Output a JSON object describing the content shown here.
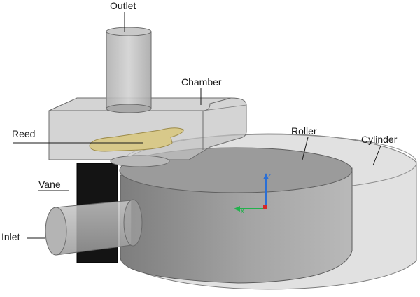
{
  "labels": {
    "outlet": "Outlet",
    "chamber": "Chamber",
    "reed": "Reed",
    "roller": "Roller",
    "cylinder": "Cylinder",
    "vane": "Vane",
    "inlet": "Inlet"
  },
  "triad": {
    "z": "Z",
    "x": "X",
    "z_color": "#2a6fd6",
    "y_color": "#22b14c",
    "x_color": "#d62828"
  },
  "colors": {
    "body_gray": "#8a8a8a",
    "translucent_gray": "#bdbdbd",
    "reed": "#d8c98a",
    "vane": "#141414"
  }
}
